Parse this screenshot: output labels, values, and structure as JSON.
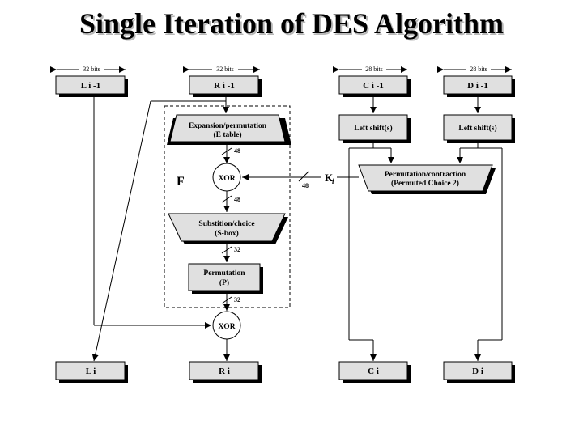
{
  "title": "Single Iteration of DES Algorithm",
  "widths": {
    "l": "32 bits",
    "r": "32 bits",
    "c": "28 bits",
    "d": "28 bits"
  },
  "inputs": {
    "l": "L i -1",
    "r": "R i -1",
    "c": "C i -1",
    "d": "D i -1"
  },
  "outputs": {
    "l": "L i",
    "r": "R i",
    "c": "C i",
    "d": "D i"
  },
  "f_function": {
    "label": "F",
    "expansion": [
      "Expansion/permutation",
      "(E table)"
    ],
    "xor": "XOR",
    "sbox": [
      "Substition/choice",
      "(S-box)"
    ],
    "permutation": [
      "Permutation",
      "(P)"
    ]
  },
  "bit_counts": {
    "after_expansion": "48",
    "after_xor": "48",
    "after_sbox": "32",
    "after_permutation": "32",
    "key": "48"
  },
  "key": {
    "label": "K",
    "sub": "i"
  },
  "round_xor": "XOR",
  "shift_left_label": "Left shift(s)",
  "shift_right_label": "Left shift(s)",
  "pc2": [
    "Permutation/contraction",
    "(Permuted Choice 2)"
  ]
}
